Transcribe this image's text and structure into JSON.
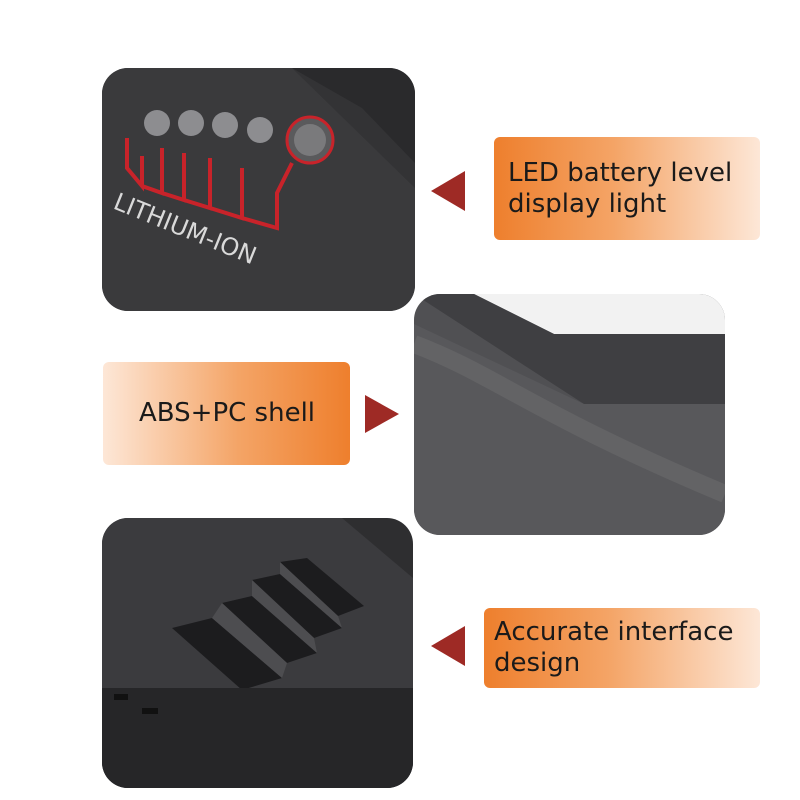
{
  "features": [
    {
      "label": "LED battery level\n display light",
      "photo_text": "LITHIUM-ION"
    },
    {
      "label": "ABS+PC shell"
    },
    {
      "label": "Accurate interface\ndesign"
    }
  ],
  "colors": {
    "accent_orange": "#ee7f2d",
    "arrow_red": "#9e2a25",
    "battery_body": "#3c3c3e",
    "led_logo_red": "#c8232a"
  }
}
